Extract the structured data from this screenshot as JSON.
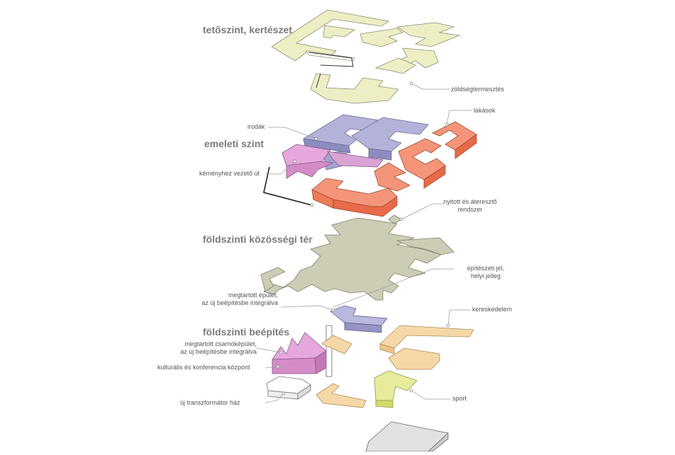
{
  "layers": {
    "roof": {
      "title": "tetőszint, kertészet"
    },
    "upper": {
      "title": "emeleti szint"
    },
    "community": {
      "title": "földszinti közösségi tér"
    },
    "ground": {
      "title": "földszinti beépítés"
    }
  },
  "labels": {
    "zoldseg": "zöldségtermesztés",
    "lakasok": "lakások",
    "irodak": "irodák",
    "kemeny": "kéményhez vezető út",
    "nyitott_1": "nyitott és áteresztő",
    "nyitott_2": "rendszer",
    "epiteszeti_1": "építészeti jel,",
    "epiteszeti_2": "helyi jelleg",
    "megtartott_1": "megtartott épület,",
    "megtartott_2": "az új beépítésbe integrálva",
    "kereskedelem": "kereskedelem",
    "csarnok_1": "megtartott csarnoképület,",
    "csarnok_2": "az új beépítésbe integrálva",
    "kulturalis": "kulturális és konferencia központ",
    "sport": "sport",
    "transzformator": "új transzformátor ház"
  },
  "colors": {
    "roof": "#eeeec4",
    "offices": "#b3b3da",
    "housing": "#f08060",
    "culture": "#e6a8dc",
    "community": "#cdcdb6",
    "commerce": "#f6d8a8",
    "sport": "#e6ec9c",
    "base": "#e2e2e2",
    "title_text": "#7a7a7a",
    "label_text": "#555555"
  }
}
